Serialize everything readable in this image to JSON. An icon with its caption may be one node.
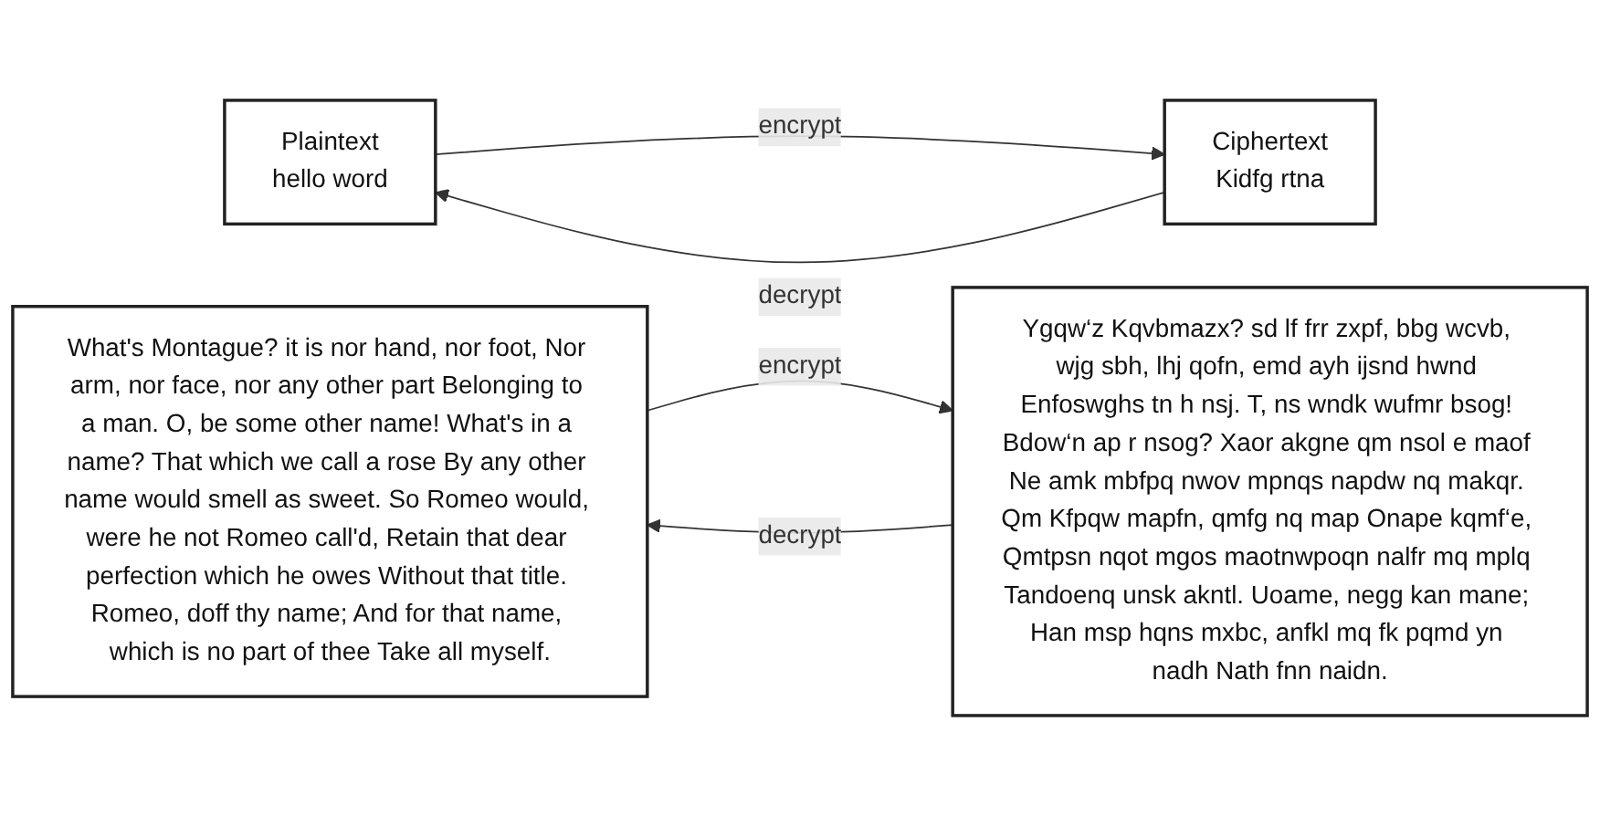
{
  "diagram": {
    "nodes": [
      {
        "text": [
          "Plaintext",
          "hello word"
        ]
      },
      {
        "text": [
          "Ciphertext",
          "Kidfg rtna"
        ]
      },
      {
        "text": [
          "What's Montague? it is nor hand, nor foot, Nor arm, nor face, nor any other part Belonging to a man. O, be some other name! What's in a name? That which we call a rose By any other name would smell as sweet. So Romeo would, were he not Romeo call'd, Retain that dear perfection which he owes Without that title. Romeo, doff thy name; And for that name, which is no part of thee Take all myself."
        ]
      },
      {
        "text": [
          "Ygqw‘z Kqvbmazx? sd lf frr zxpf, bbg wcvb, wjg sbh, lhj qofn, emd ayh ijsnd hwnd Enfoswghs tn h nsj. T, ns wndk wufmr bsog! Bdow‘n ap r nsog? Xaor akgne qm nsol e maof Ne amk mbfpq nwov mpnqs napdw nq makqr. Qm Kfpqw mapfn, qmfg nq map Onape kqmf‘e, Qmtpsn nqot mgos maotnwpoqn nalfr mq mplq Tandoenq unsk akntl. Uoame, negg kan mane; Han msp hqns mxbc, anfkl mq fk pqmd yn nadh Nath fnn naidn."
        ]
      }
    ],
    "edges": [
      {
        "from": 0,
        "to": 1,
        "arrow": "to",
        "label": "encrypt"
      },
      {
        "from": 1,
        "to": 0,
        "arrow": "to",
        "label": "decrypt"
      },
      {
        "from": 2,
        "to": 3,
        "arrow": "to",
        "label": "encrypt"
      },
      {
        "from": 3,
        "to": 2,
        "arrow": "to",
        "label": "decrypt"
      }
    ]
  }
}
